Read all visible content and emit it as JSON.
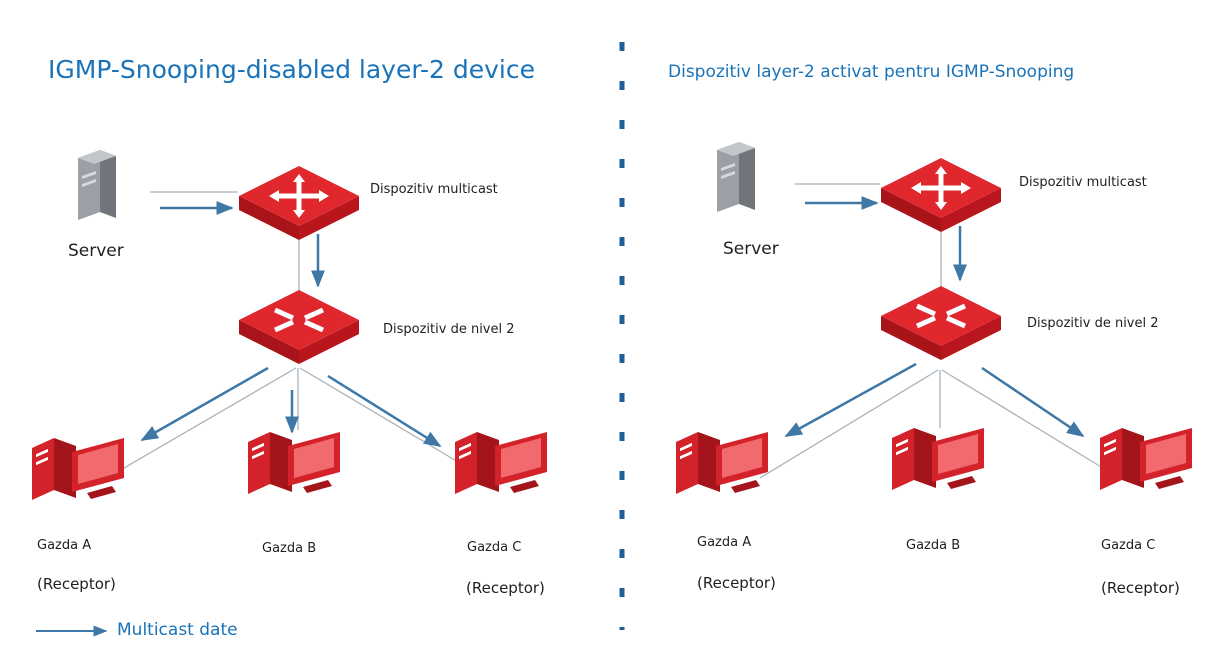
{
  "colors": {
    "title": "#1a73b8",
    "arrow": "#3f78a6",
    "link": "#a9b3bc",
    "device_red": "#d21e25",
    "pc_red": "#cc1b22",
    "server_gray": "#8f959b",
    "divider": "#1e5f99"
  },
  "left_panel": {
    "title": "IGMP-Snooping-disabled layer-2 device",
    "server_label": "Server",
    "multicast_label": "Dispozitiv multicast",
    "l2_label": "Dispozitiv de nivel 2",
    "host_a": "Gazda A",
    "host_b": "Gazda B",
    "host_c": "Gazda C",
    "receptor_a": "(Receptor)",
    "receptor_c": "(Receptor)"
  },
  "right_panel": {
    "title": "Dispozitiv layer-2 activat pentru IGMP-Snooping",
    "server_label": "Server",
    "multicast_label": "Dispozitiv multicast",
    "l2_label": "Dispozitiv de nivel 2",
    "host_a": "Gazda A",
    "host_b": "Gazda B",
    "host_c": "Gazda C",
    "receptor_a": "(Receptor)",
    "receptor_c": "(Receptor)"
  },
  "legend": {
    "label": "Multicast date",
    "icon": "blue-arrow"
  }
}
